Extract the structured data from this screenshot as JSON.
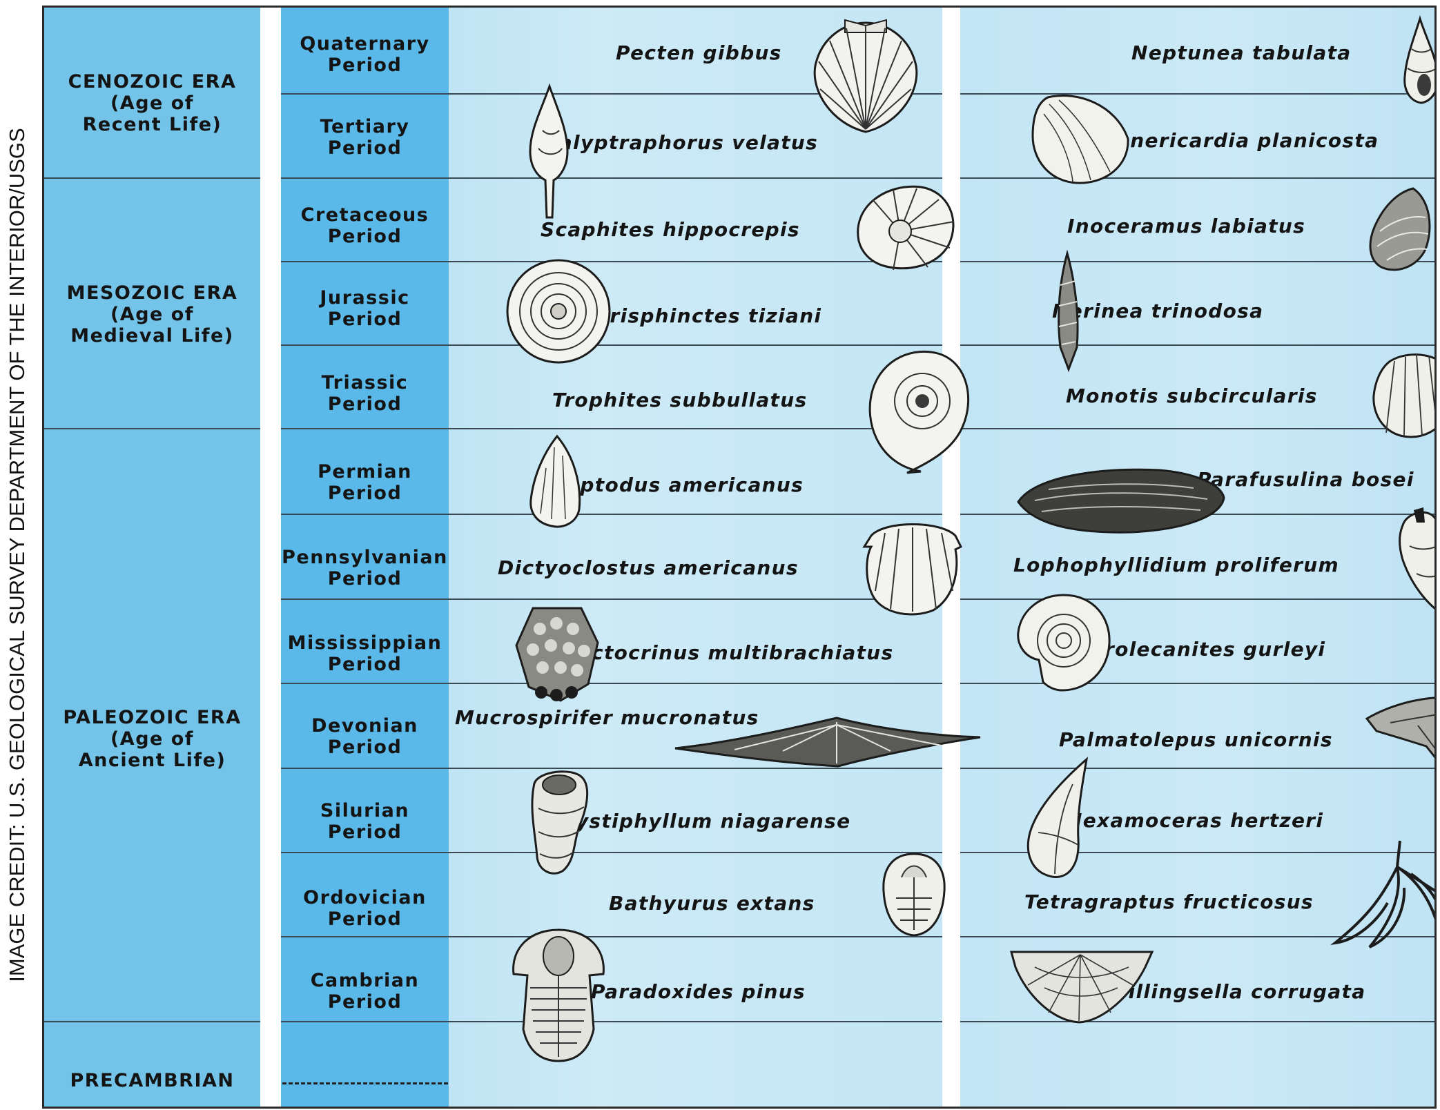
{
  "credit": "IMAGE CREDIT: U.S. GEOLOGICAL SURVEY DEPARTMENT OF THE INTERIOR/USGS",
  "eras": [
    {
      "lines": [
        "CENOZOIC ERA",
        "(Age of",
        "Recent Life)"
      ]
    },
    {
      "lines": [
        "MESOZOIC ERA",
        "(Age of",
        "Medieval Life)"
      ]
    },
    {
      "lines": [
        "PALEOZOIC ERA",
        "(Age of",
        "Ancient Life)"
      ]
    },
    {
      "lines": [
        "PRECAMBRIAN"
      ]
    }
  ],
  "periods": [
    {
      "lines": [
        "Quaternary",
        "Period"
      ],
      "fossils": [
        "Pecten gibbus",
        "Neptunea tabulata"
      ]
    },
    {
      "lines": [
        "Tertiary",
        "Period"
      ],
      "fossils": [
        "Calyptraphorus velatus",
        "Venericardia planicosta"
      ]
    },
    {
      "lines": [
        "Cretaceous",
        "Period"
      ],
      "fossils": [
        "Scaphites hippocrepis",
        "Inoceramus labiatus"
      ]
    },
    {
      "lines": [
        "Jurassic",
        "Period"
      ],
      "fossils": [
        "Perisphinctes tiziani",
        "Nerinea trinodosa"
      ]
    },
    {
      "lines": [
        "Triassic",
        "Period"
      ],
      "fossils": [
        "Trophites subbullatus",
        "Monotis subcircularis"
      ]
    },
    {
      "lines": [
        "Permian",
        "Period"
      ],
      "fossils": [
        "Leptodus americanus",
        "Parafusulina bosei"
      ]
    },
    {
      "lines": [
        "Pennsylvanian",
        "Period"
      ],
      "fossils": [
        "Dictyoclostus americanus",
        "Lophophyllidium proliferum"
      ]
    },
    {
      "lines": [
        "Mississippian",
        "Period"
      ],
      "fossils": [
        "Cactocrinus multibrachiatus",
        "Prolecanites gurleyi"
      ]
    },
    {
      "lines": [
        "Devonian",
        "Period"
      ],
      "fossils": [
        "Mucrospirifer mucronatus",
        "Palmatolepus unicornis"
      ]
    },
    {
      "lines": [
        "Silurian",
        "Period"
      ],
      "fossils": [
        "Cystiphyllum niagarense",
        "Hexamoceras hertzeri"
      ]
    },
    {
      "lines": [
        "Ordovician",
        "Period"
      ],
      "fossils": [
        "Bathyurus extans",
        "Tetragraptus fructicosus"
      ]
    },
    {
      "lines": [
        "Cambrian",
        "Period"
      ],
      "fossils": [
        "Paradoxides pinus",
        "Billingsella corrugata"
      ]
    }
  ],
  "colors": {
    "era_column": "#74c4ea",
    "period_column": "#5ab9e8",
    "fossil_column": "#c6e7f5",
    "text": "#141414",
    "lines": "#3a4a55"
  },
  "icons": [
    "scallop-shell-icon",
    "spiral-gastropod-icon",
    "clam-shell-icon",
    "ammonite-icon",
    "trilobite-icon",
    "brachiopod-icon",
    "horn-coral-icon",
    "crinoid-calyx-icon",
    "fusulinid-icon",
    "conodont-icon",
    "graptolite-icon",
    "orthocone-icon"
  ]
}
